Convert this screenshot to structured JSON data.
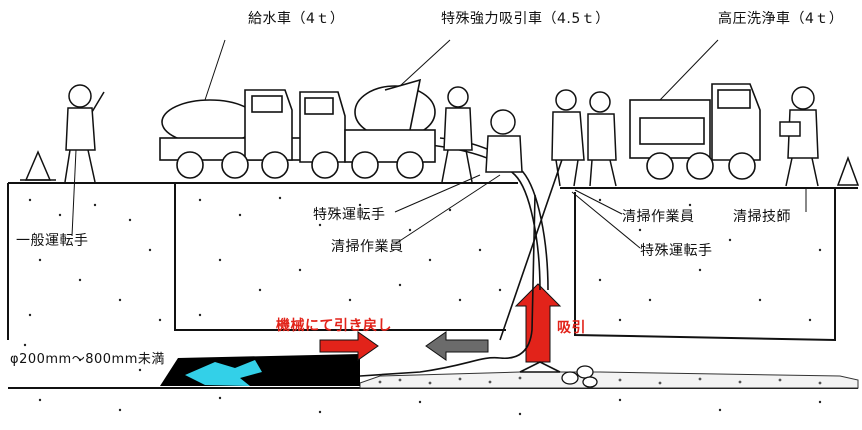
{
  "labels": {
    "water_truck": "給水車（4ｔ）",
    "suction_truck": "特殊強力吸引車（4.5ｔ）",
    "washer_truck": "高圧洗浄車（4ｔ）",
    "general_driver": "一般運転手",
    "special_driver_left": "特殊運転手",
    "cleaner_left": "清掃作業員",
    "cleaner_right": "清掃作業員",
    "cleaning_engineer": "清掃技師",
    "special_driver_right": "特殊運転手",
    "pull_back": "機械にて引き戻し",
    "suction": "吸引",
    "pipe_size": "φ200mm～800mm未満"
  },
  "colors": {
    "red_arrow": "#e2231a",
    "gray_arrow": "#6b6b6b",
    "water": "#33d0e8",
    "pipe": "#000000"
  }
}
